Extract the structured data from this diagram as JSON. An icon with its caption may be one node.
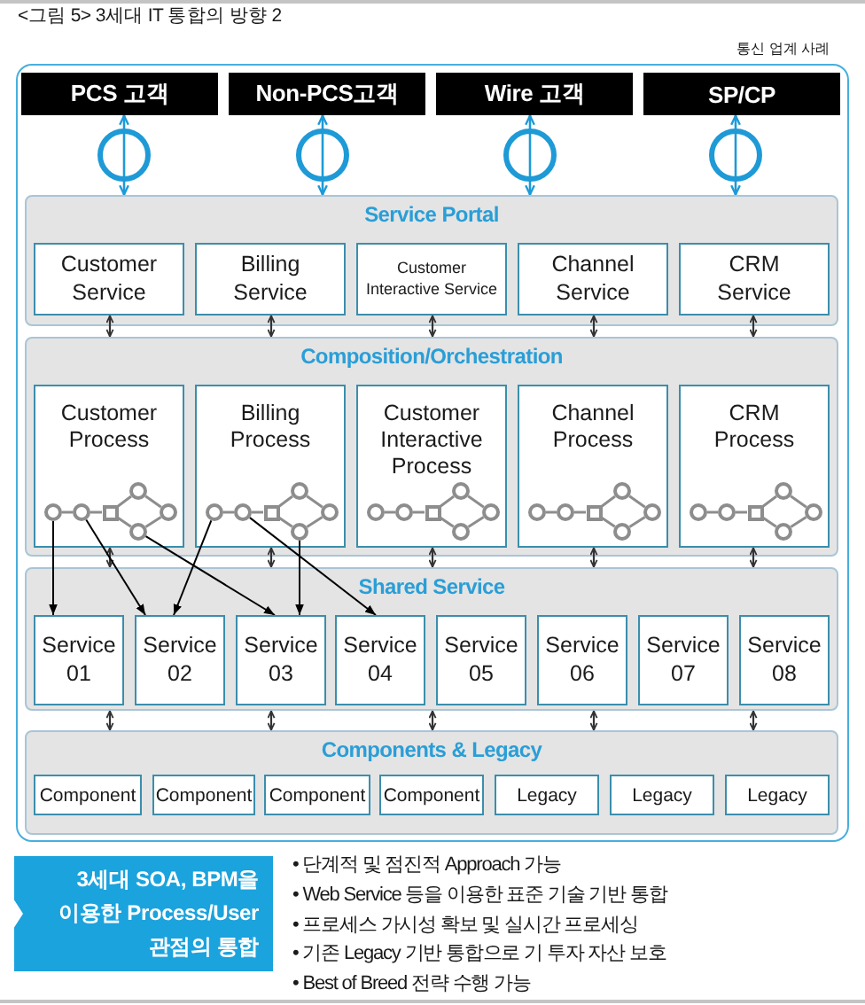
{
  "diagram": {
    "title": "<그림 5> 3세대 IT 통합의 방향 2",
    "nodes": [
      {
        "text": [
          "통신 업계 사례"
        ]
      },
      {
        "text": [
          "PCS 고객"
        ],
        "in": 0
      },
      {
        "text": [
          "Non-PCS고객"
        ],
        "in": 0
      },
      {
        "text": [
          "Wire 고객"
        ],
        "in": 0
      },
      {
        "text": [
          "SP/CP"
        ],
        "in": 0
      },
      {
        "text": [
          "Service Portal"
        ],
        "in": 0
      },
      {
        "text": [
          "Customer Service"
        ],
        "in": 5
      },
      {
        "text": [
          "Billing Service"
        ],
        "in": 5
      },
      {
        "text": [
          "Customer Interactive Service"
        ],
        "in": 5
      },
      {
        "text": [
          "Channel Service"
        ],
        "in": 5
      },
      {
        "text": [
          "CRM Service"
        ],
        "in": 5
      },
      {
        "text": [
          "Composition/Orchestration"
        ],
        "in": 0
      },
      {
        "text": [
          "Customer Process"
        ],
        "in": 11
      },
      {
        "text": [],
        "shape": "circle",
        "in": 12
      },
      {
        "text": [],
        "shape": "circle",
        "in": 12
      },
      {
        "text": [],
        "shape": "box",
        "in": 12
      },
      {
        "text": [],
        "shape": "circle",
        "in": 12
      },
      {
        "text": [],
        "shape": "circle",
        "in": 12
      },
      {
        "text": [],
        "shape": "circle",
        "in": 12
      },
      {
        "text": [
          "Billing Process"
        ],
        "in": 11
      },
      {
        "text": [],
        "shape": "circle",
        "in": 19
      },
      {
        "text": [],
        "shape": "circle",
        "in": 19
      },
      {
        "text": [],
        "shape": "box",
        "in": 19
      },
      {
        "text": [],
        "shape": "circle",
        "in": 19
      },
      {
        "text": [],
        "shape": "circle",
        "in": 19
      },
      {
        "text": [],
        "shape": "circle",
        "in": 19
      },
      {
        "text": [
          "Customer Interactive Process"
        ],
        "in": 11
      },
      {
        "text": [],
        "shape": "circle",
        "in": 26
      },
      {
        "text": [],
        "shape": "circle",
        "in": 26
      },
      {
        "text": [],
        "shape": "box",
        "in": 26
      },
      {
        "text": [],
        "shape": "circle",
        "in": 26
      },
      {
        "text": [],
        "shape": "circle",
        "in": 26
      },
      {
        "text": [],
        "shape": "circle",
        "in": 26
      },
      {
        "text": [
          "Channel Process"
        ],
        "in": 11
      },
      {
        "text": [],
        "shape": "circle",
        "in": 33
      },
      {
        "text": [],
        "shape": "circle",
        "in": 33
      },
      {
        "text": [],
        "shape": "box",
        "in": 33
      },
      {
        "text": [],
        "shape": "circle",
        "in": 33
      },
      {
        "text": [],
        "shape": "circle",
        "in": 33
      },
      {
        "text": [],
        "shape": "circle",
        "in": 33
      },
      {
        "text": [
          "CRM Process"
        ],
        "in": 11
      },
      {
        "text": [],
        "shape": "circle",
        "in": 40
      },
      {
        "text": [],
        "shape": "circle",
        "in": 40
      },
      {
        "text": [],
        "shape": "box",
        "in": 40
      },
      {
        "text": [],
        "shape": "circle",
        "in": 40
      },
      {
        "text": [],
        "shape": "circle",
        "in": 40
      },
      {
        "text": [],
        "shape": "circle",
        "in": 40
      },
      {
        "text": [
          "Shared Service"
        ],
        "in": 0
      },
      {
        "text": [
          "Service 01"
        ],
        "in": 47
      },
      {
        "text": [
          "Service 02"
        ],
        "in": 47
      },
      {
        "text": [
          "Service 03"
        ],
        "in": 47
      },
      {
        "text": [
          "Service 04"
        ],
        "in": 47
      },
      {
        "text": [
          "Service 05"
        ],
        "in": 47
      },
      {
        "text": [
          "Service 06"
        ],
        "in": 47
      },
      {
        "text": [
          "Service 07"
        ],
        "in": 47
      },
      {
        "text": [
          "Service 08"
        ],
        "in": 47
      },
      {
        "text": [
          "Components & Legacy"
        ],
        "in": 0
      },
      {
        "text": [
          "Component"
        ],
        "in": 56
      },
      {
        "text": [
          "Component"
        ],
        "in": 56
      },
      {
        "text": [
          "Component"
        ],
        "in": 56
      },
      {
        "text": [
          "Component"
        ],
        "in": 56
      },
      {
        "text": [
          "Legacy"
        ],
        "in": 56
      },
      {
        "text": [
          "Legacy"
        ],
        "in": 56
      },
      {
        "text": [
          "Legacy"
        ],
        "in": 56
      },
      {
        "text": [
          "3세대 SOA, BPM을 이용한 Process/User 관점의 통합"
        ]
      }
    ],
    "edges": [
      {
        "from": 1,
        "to": 5,
        "arrow": "both",
        "color": "#1e9ad6"
      },
      {
        "from": 2,
        "to": 5,
        "arrow": "both",
        "color": "#1e9ad6"
      },
      {
        "from": 3,
        "to": 5,
        "arrow": "both",
        "color": "#1e9ad6"
      },
      {
        "from": 4,
        "to": 5,
        "arrow": "both",
        "color": "#1e9ad6"
      },
      {
        "from": 6,
        "to": 11,
        "arrow": "both",
        "color": "#333333"
      },
      {
        "from": 7,
        "to": 11,
        "arrow": "both",
        "color": "#333333"
      },
      {
        "from": 8,
        "to": 11,
        "arrow": "both",
        "color": "#333333"
      },
      {
        "from": 9,
        "to": 11,
        "arrow": "both",
        "color": "#333333"
      },
      {
        "from": 10,
        "to": 11,
        "arrow": "both",
        "color": "#333333"
      },
      {
        "from": 12,
        "to": 47,
        "arrow": "both",
        "color": "#333333"
      },
      {
        "from": 19,
        "to": 47,
        "arrow": "both",
        "color": "#333333"
      },
      {
        "from": 26,
        "to": 47,
        "arrow": "both",
        "color": "#333333"
      },
      {
        "from": 33,
        "to": 47,
        "arrow": "both",
        "color": "#333333"
      },
      {
        "from": 40,
        "to": 47,
        "arrow": "both",
        "color": "#333333"
      },
      {
        "from": 47,
        "to": 56,
        "arrow": "both",
        "color": "#333333"
      },
      {
        "from": 47,
        "to": 56,
        "arrow": "both",
        "color": "#333333"
      },
      {
        "from": 47,
        "to": 56,
        "arrow": "both",
        "color": "#333333"
      },
      {
        "from": 47,
        "to": 56,
        "arrow": "both",
        "color": "#333333"
      },
      {
        "from": 47,
        "to": 56,
        "arrow": "both",
        "color": "#333333"
      },
      {
        "from": 13,
        "to": 48,
        "arrow": "to",
        "color": "#000000"
      },
      {
        "from": 14,
        "to": 49,
        "arrow": "to",
        "color": "#000000"
      },
      {
        "from": 17,
        "to": 50,
        "arrow": "to",
        "color": "#000000"
      },
      {
        "from": 20,
        "to": 49,
        "arrow": "to",
        "color": "#000000"
      },
      {
        "from": 21,
        "to": 51,
        "arrow": "to",
        "color": "#000000"
      },
      {
        "from": 24,
        "to": 50,
        "arrow": "to",
        "color": "#000000"
      },
      {
        "from": 13,
        "to": 14,
        "arrow": "none"
      },
      {
        "from": 14,
        "to": 15,
        "arrow": "none"
      },
      {
        "from": 15,
        "to": 16,
        "arrow": "none"
      },
      {
        "from": 15,
        "to": 17,
        "arrow": "none"
      },
      {
        "from": 16,
        "to": 18,
        "arrow": "none"
      },
      {
        "from": 17,
        "to": 18,
        "arrow": "none"
      },
      {
        "from": 20,
        "to": 21,
        "arrow": "none"
      },
      {
        "from": 21,
        "to": 22,
        "arrow": "none"
      },
      {
        "from": 22,
        "to": 23,
        "arrow": "none"
      },
      {
        "from": 22,
        "to": 24,
        "arrow": "none"
      },
      {
        "from": 23,
        "to": 25,
        "arrow": "none"
      },
      {
        "from": 24,
        "to": 25,
        "arrow": "none"
      },
      {
        "from": 27,
        "to": 28,
        "arrow": "none"
      },
      {
        "from": 28,
        "to": 29,
        "arrow": "none"
      },
      {
        "from": 29,
        "to": 30,
        "arrow": "none"
      },
      {
        "from": 29,
        "to": 31,
        "arrow": "none"
      },
      {
        "from": 30,
        "to": 32,
        "arrow": "none"
      },
      {
        "from": 31,
        "to": 32,
        "arrow": "none"
      },
      {
        "from": 34,
        "to": 35,
        "arrow": "none"
      },
      {
        "from": 35,
        "to": 36,
        "arrow": "none"
      },
      {
        "from": 36,
        "to": 37,
        "arrow": "none"
      },
      {
        "from": 36,
        "to": 38,
        "arrow": "none"
      },
      {
        "from": 37,
        "to": 39,
        "arrow": "none"
      },
      {
        "from": 38,
        "to": 39,
        "arrow": "none"
      },
      {
        "from": 41,
        "to": 42,
        "arrow": "none"
      },
      {
        "from": 42,
        "to": 43,
        "arrow": "none"
      },
      {
        "from": 43,
        "to": 44,
        "arrow": "none"
      },
      {
        "from": 43,
        "to": 45,
        "arrow": "none"
      },
      {
        "from": 44,
        "to": 46,
        "arrow": "none"
      },
      {
        "from": 45,
        "to": 46,
        "arrow": "none"
      }
    ],
    "labels": [
      "• 단계적 및 점진적 Approach 가능",
      "• Web Service 등을 이용한 표준 기술 기반 통합",
      "• 프로세스 가시성 확보 및 실시간 프로세싱",
      "• 기존 Legacy 기반 통합으로 기 투자 자산 보호",
      "• Best of Breed 전략 수행 가능"
    ]
  }
}
